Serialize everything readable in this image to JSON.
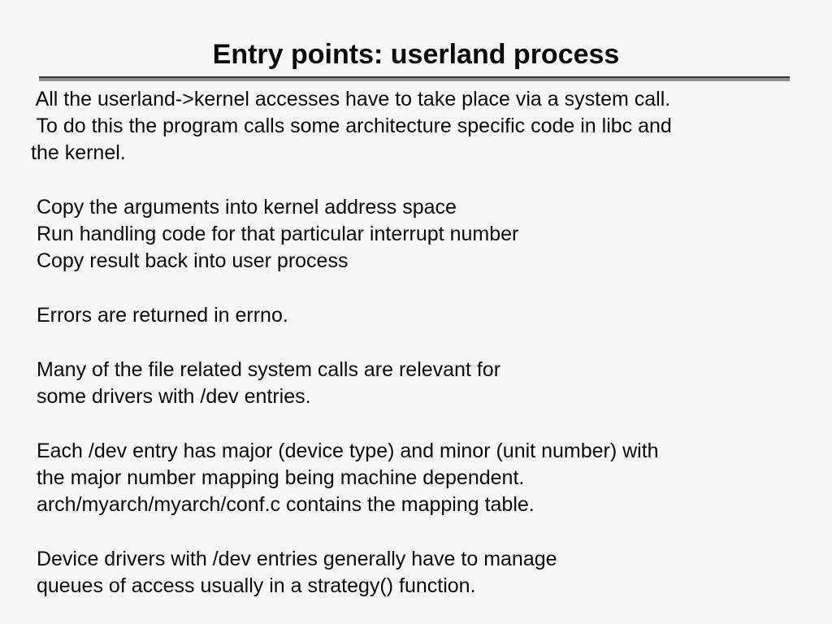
{
  "slide": {
    "title": "Entry points: userland process",
    "colors": {
      "background": "#f4f9f4",
      "text": "#0a0a0a",
      "rule_dark_edge": "#383838",
      "rule_gray_body": "#8d928d"
    },
    "paragraphs": [
      {
        "lines": [
          " All the userland->kernel accesses have to take place via a system call.",
          " To do this the program calls some architecture specific code in libc and",
          "the kernel."
        ]
      },
      {
        "lines": [
          " Copy the arguments into kernel address space",
          " Run handling code for that particular interrupt number",
          " Copy result back into user process"
        ]
      },
      {
        "lines": [
          " Errors are returned in errno."
        ]
      },
      {
        "lines": [
          " Many of the file related system calls are relevant for",
          " some drivers with /dev entries."
        ]
      },
      {
        "lines": [
          " Each /dev entry has major (device type) and minor (unit number) with",
          " the major number mapping being machine dependent.",
          " arch/myarch/myarch/conf.c contains the mapping table."
        ]
      },
      {
        "lines": [
          " Device drivers with /dev entries generally have to manage",
          " queues of access usually in a strategy() function."
        ]
      }
    ]
  }
}
